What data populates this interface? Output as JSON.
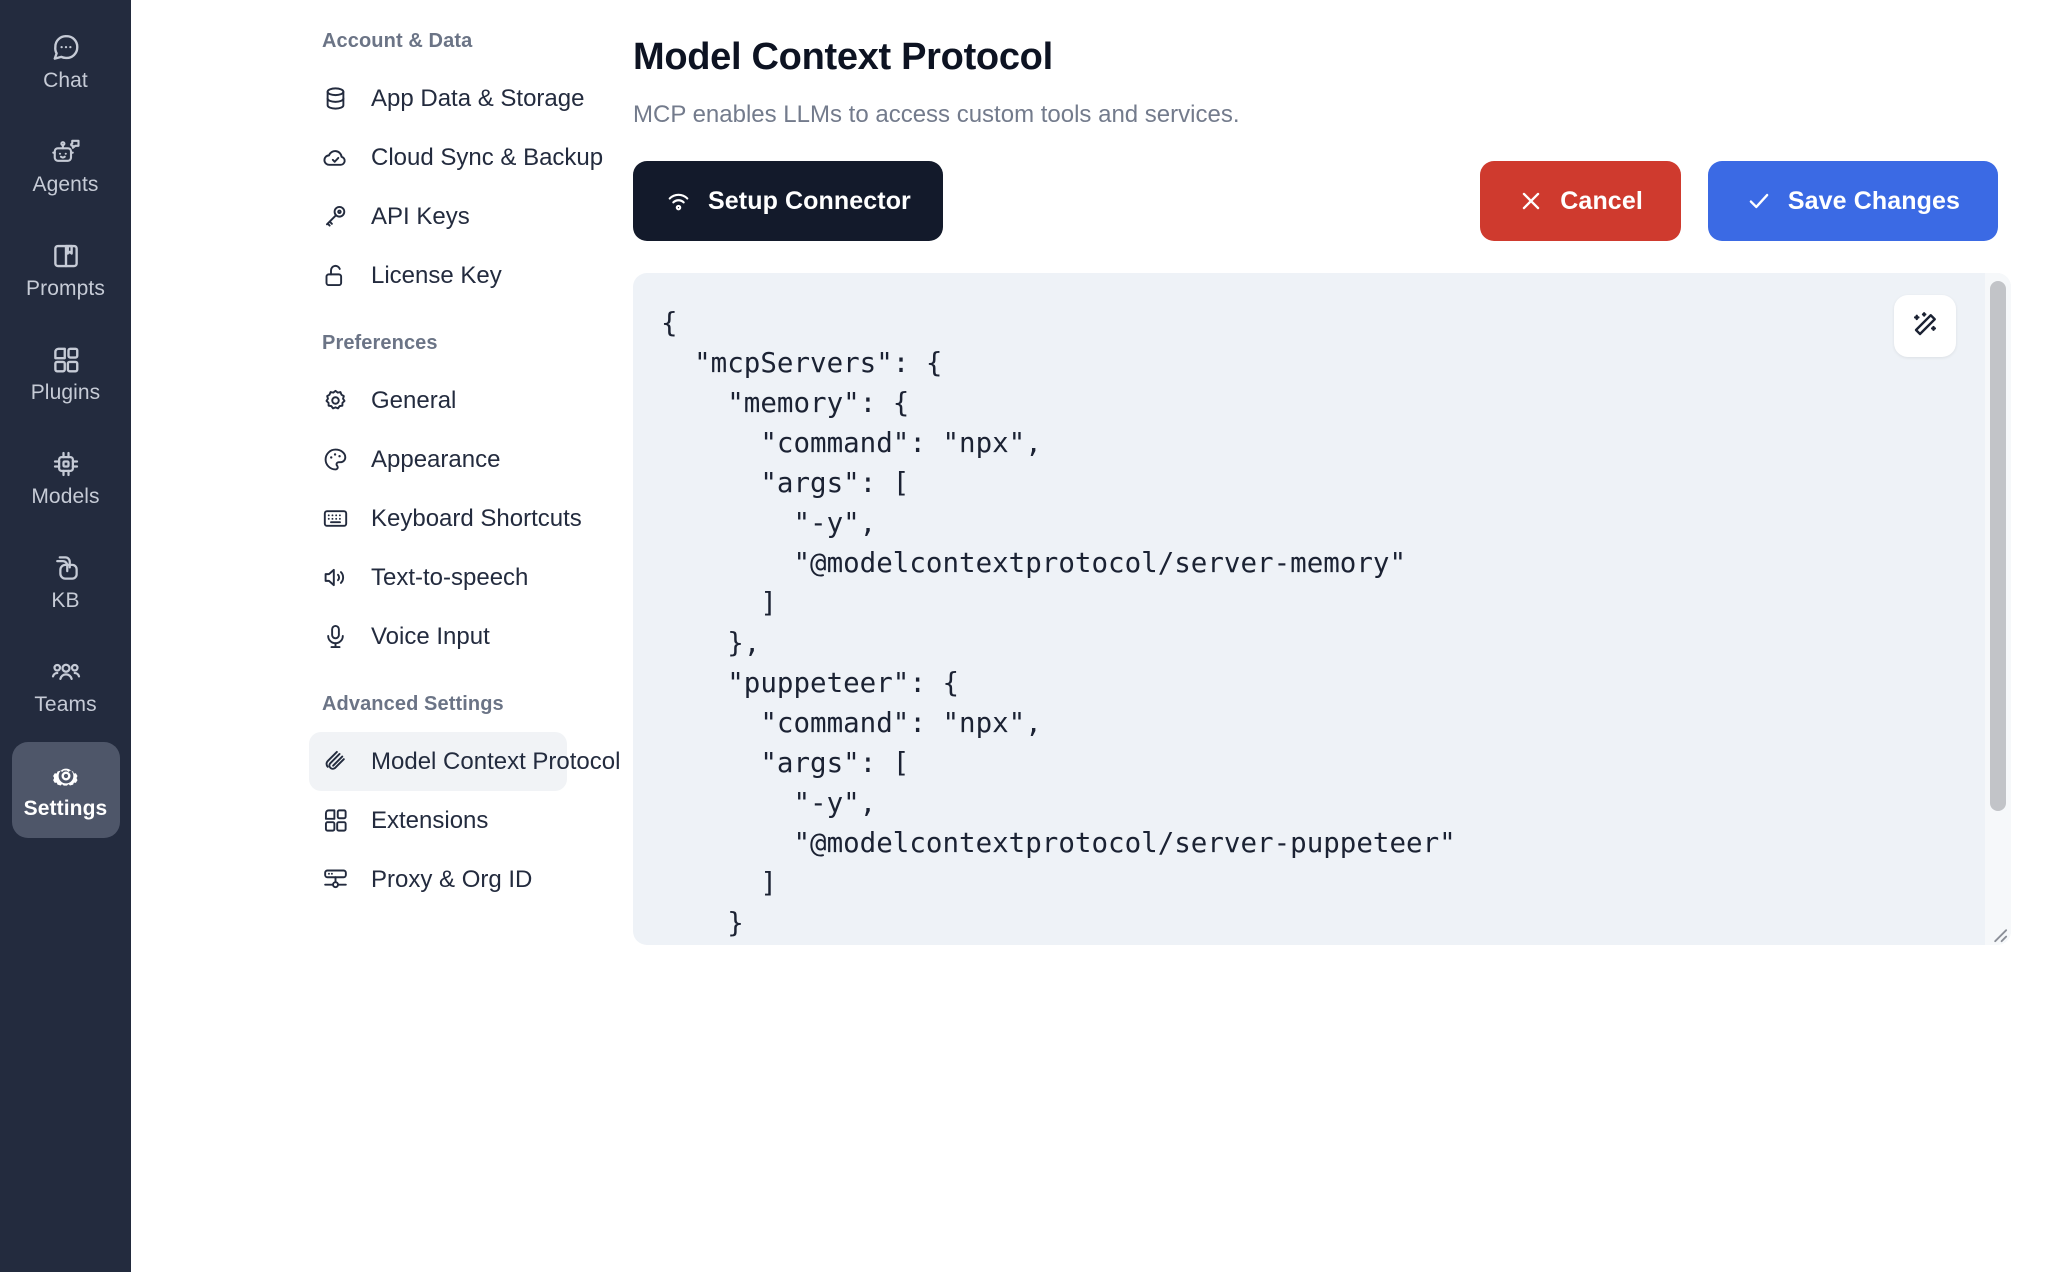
{
  "rail": {
    "items": [
      {
        "label": "Chat",
        "icon": "chat-bubble-icon",
        "active": false
      },
      {
        "label": "Agents",
        "icon": "robot-icon",
        "active": false
      },
      {
        "label": "Prompts",
        "icon": "book-icon",
        "active": false
      },
      {
        "label": "Plugins",
        "icon": "blocks-icon",
        "active": false
      },
      {
        "label": "Models",
        "icon": "cpu-chip-icon",
        "active": false
      },
      {
        "label": "KB",
        "icon": "layers-icon",
        "active": false
      },
      {
        "label": "Teams",
        "icon": "users-icon",
        "active": false
      },
      {
        "label": "Settings",
        "icon": "gear-icon",
        "active": true
      }
    ]
  },
  "settings_nav": {
    "groups": [
      {
        "title": "Account & Data",
        "items": [
          {
            "label": "App Data & Storage",
            "icon": "database-icon",
            "selected": false
          },
          {
            "label": "Cloud Sync & Backup",
            "icon": "cloud-check-icon",
            "selected": false
          },
          {
            "label": "API Keys",
            "icon": "key-icon",
            "selected": false
          },
          {
            "label": "License Key",
            "icon": "unlock-icon",
            "selected": false
          }
        ]
      },
      {
        "title": "Preferences",
        "items": [
          {
            "label": "Keyboard Shortcuts",
            "icon": "keyboard-icon",
            "selected": false
          },
          {
            "label": "General",
            "icon": "gear-icon",
            "selected": false
          },
          {
            "label": "Appearance",
            "icon": "palette-icon",
            "selected": false
          },
          {
            "label": "Text-to-speech",
            "icon": "speaker-icon",
            "selected": false
          },
          {
            "label": "Voice Input",
            "icon": "mic-icon",
            "selected": false
          }
        ]
      },
      {
        "title": "Advanced Settings",
        "items": [
          {
            "label": "Model Context Protocol",
            "icon": "paperclips-icon",
            "selected": true
          },
          {
            "label": "Extensions",
            "icon": "blocks-icon",
            "selected": false
          },
          {
            "label": "Proxy & Org ID",
            "icon": "server-icon",
            "selected": false
          }
        ]
      }
    ]
  },
  "main": {
    "title": "Model Context Protocol",
    "subtitle": "MCP enables LLMs to access custom tools and services.",
    "buttons": {
      "setup": "Setup Connector",
      "cancel": "Cancel",
      "save": "Save Changes"
    },
    "editor": {
      "content": "{\n  \"mcpServers\": {\n    \"memory\": {\n      \"command\": \"npx\",\n      \"args\": [\n        \"-y\",\n        \"@modelcontextprotocol/server-memory\"\n      ]\n    },\n    \"puppeteer\": {\n      \"command\": \"npx\",\n      \"args\": [\n        \"-y\",\n        \"@modelcontextprotocol/server-puppeteer\"\n      ]\n    }",
      "format_button_icon": "magic-wand-icon"
    }
  },
  "colors": {
    "rail_bg": "#232b3e",
    "rail_active": "#4e5669",
    "setup_btn": "#131a2b",
    "cancel_btn": "#cf3a2e",
    "save_btn": "#3b6ae4",
    "editor_bg": "#eef2f7",
    "selected_nav": "#f1f3f6"
  }
}
